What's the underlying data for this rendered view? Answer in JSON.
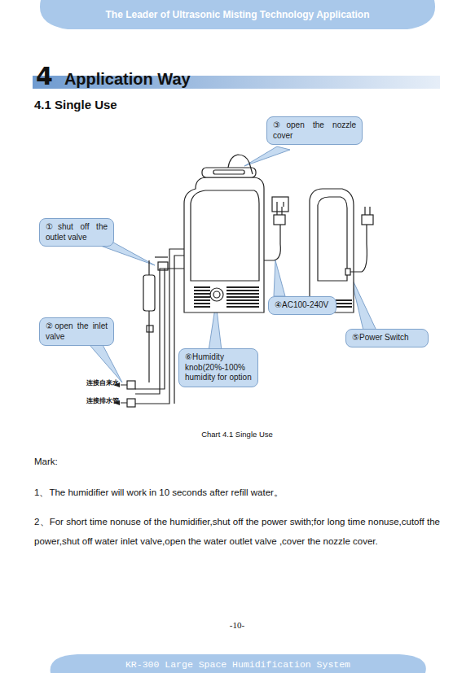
{
  "diagram": {
    "caption": "Chart 4.1 Single Use",
    "nodes": [
      {
        "text": [
          "The Leader of Ultrasonic Misting Technology Application"
        ]
      },
      {
        "text": [
          "4",
          "Application Way"
        ]
      },
      {
        "text": [
          "③open the nozzle cover"
        ]
      },
      {
        "text": [
          "①shut off the outlet valve"
        ]
      },
      {
        "text": [
          "④AC100-240V"
        ]
      },
      {
        "text": [
          "②open the inlet valve"
        ]
      },
      {
        "text": [
          "⑤Power Switch"
        ]
      },
      {
        "text": [
          "⑥Humidity knob(20%-100% humidity for option"
        ]
      },
      {
        "text": [
          "KR-300 Large Space Humidification System"
        ]
      }
    ],
    "labels": [
      "4.1 Single Use",
      "连接自来水",
      "连接排水管",
      "Mark:",
      "1、The humidifier will work in 10 seconds after refill water。",
      "2、For short time nonuse of the humidifier,shut off the power swith;for long time nonuse,cutoff the power,shut off water inlet valve,open the water outlet valve ,cover the nozzle cover.",
      "-10-"
    ]
  }
}
